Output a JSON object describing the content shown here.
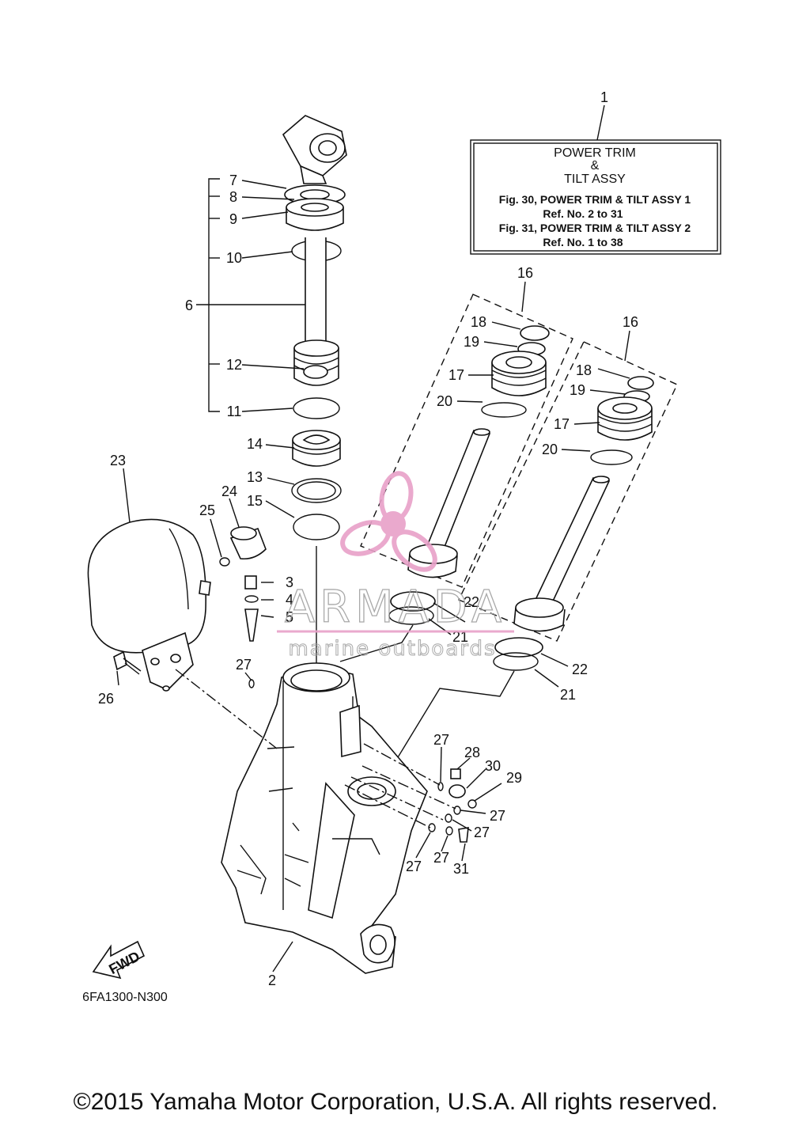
{
  "diagram": {
    "note": {
      "ref": "1",
      "line1": "POWER TRIM",
      "line2": "&",
      "line3": "TILT ASSY",
      "line4": "Fig. 30, POWER TRIM & TILT ASSY 1",
      "line5": "Ref. No. 2 to 31",
      "line6": "Fig. 31, POWER TRIM & TILT ASSY 2",
      "line7": "Ref. No. 1 to 38"
    },
    "callouts": {
      "c2": "2",
      "c3": "3",
      "c4": "4",
      "c5": "5",
      "c6": "6",
      "c7": "7",
      "c8": "8",
      "c9": "9",
      "c10": "10",
      "c11": "11",
      "c12": "12",
      "c13": "13",
      "c14": "14",
      "c15": "15",
      "c16a": "16",
      "c16b": "16",
      "c17a": "17",
      "c17b": "17",
      "c18a": "18",
      "c18b": "18",
      "c19a": "19",
      "c19b": "19",
      "c20a": "20",
      "c20b": "20",
      "c21a": "21",
      "c21b": "21",
      "c22a": "22",
      "c22b": "22",
      "c23": "23",
      "c24": "24",
      "c25": "25",
      "c26": "26",
      "c27a": "27",
      "c27b": "27",
      "c27c": "27",
      "c27d": "27",
      "c27e": "27",
      "c27f": "27",
      "c28": "28",
      "c29": "29",
      "c30": "30",
      "c31": "31"
    },
    "fwd_label": "FWD",
    "drawing_code": "6FA1300-N300"
  },
  "watermark": {
    "brand": "ARMADA",
    "tagline": "marine outboards",
    "accent": "#e8a0c8"
  },
  "footer": {
    "copyright": "©2015 Yamaha Motor Corporation, U.S.A. All rights reserved."
  }
}
